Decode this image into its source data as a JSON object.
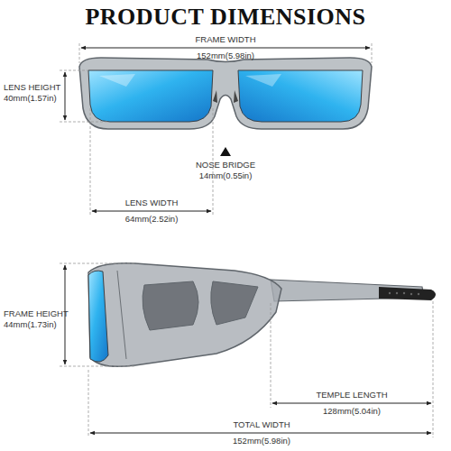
{
  "diagram": {
    "title": "PRODUCT DIMENSIONS",
    "labels": [
      "FRAME WIDTH",
      "152mm(5.98in)",
      "LENS HEIGHT",
      "40mm(1.57in)",
      "NOSE BRIDGE",
      "14mm(0.55in)",
      "LENS WIDTH",
      "64mm(2.52in)",
      "FRAME HEIGHT",
      "44mm(1.73in)",
      "TEMPLE LENGTH",
      "128mm(5.04in)",
      "TOTAL WIDTH",
      "152mm(5.98in)"
    ]
  }
}
